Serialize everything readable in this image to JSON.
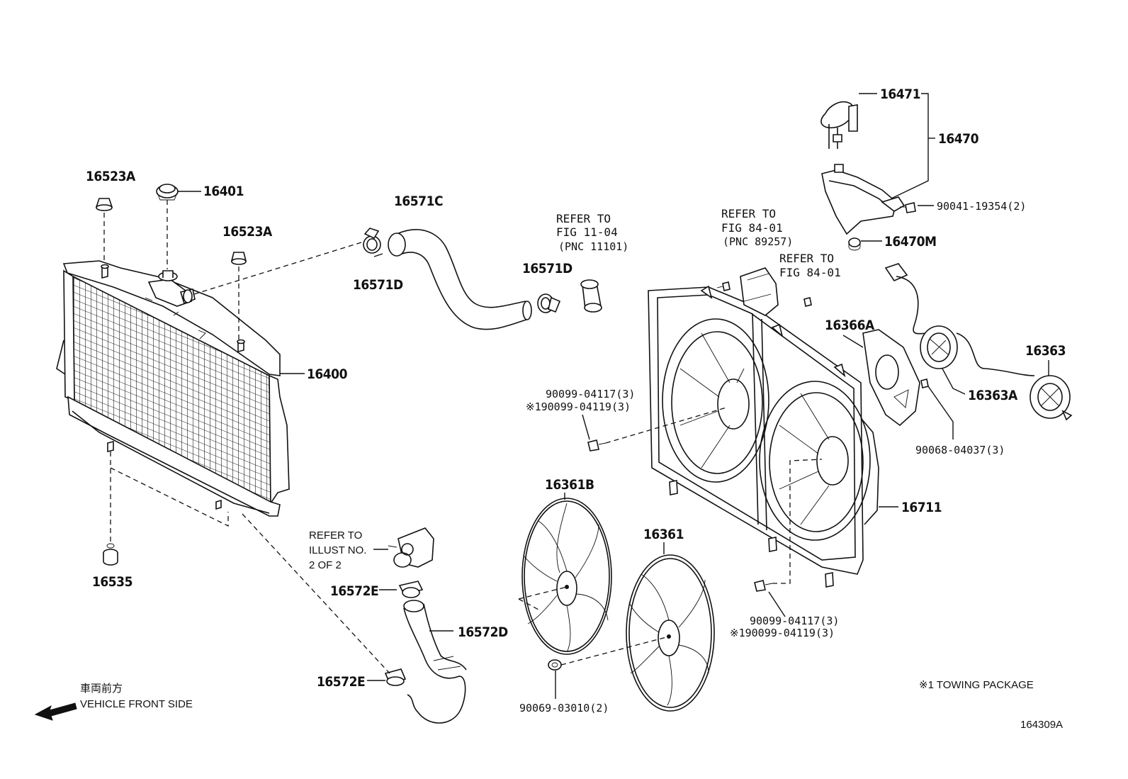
{
  "labels": {
    "p16523A_top": "16523A",
    "p16401": "16401",
    "p16523A_mid": "16523A",
    "p16571C": "16571C",
    "p16571D_left": "16571D",
    "p16571D_right": "16571D",
    "refer_fig11_line1": "REFER TO",
    "refer_fig11_line2": "FIG 11-04",
    "refer_fig11_line3": "(PNC 11101)",
    "refer_fig84a_line1": "REFER TO",
    "refer_fig84a_line2": "FIG 84-01",
    "refer_fig84a_line3": "(PNC 89257)",
    "refer_fig84b_line1": "REFER TO",
    "refer_fig84b_line2": "FIG 84-01",
    "p16471": "16471",
    "p16470": "16470",
    "p90041": "90041-19354(2)",
    "p16470M": "16470M",
    "p16366A": "16366A",
    "p16363": "16363",
    "p16363A": "16363A",
    "p90068": "90068-04037(3)",
    "p16400": "16400",
    "p90099_a1": "90099-04117(3)",
    "p90099_a2": "※190099-04119(3)",
    "p16711": "16711",
    "p16361B": "16361B",
    "p16361": "16361",
    "p90099_b1": "90099-04117(3)",
    "p90099_b2": "※190099-04119(3)",
    "p16535": "16535",
    "refer_illust_line1": "REFER TO",
    "refer_illust_line2": "ILLUST NO.",
    "refer_illust_line3": "2 OF 2",
    "p16572E_top": "16572E",
    "p16572D": "16572D",
    "p16572E_bot": "16572E",
    "p90069": "90069-03010(2)",
    "towing_note": "※1 TOWING PACKAGE",
    "vehicle_front_jp": "車両前方",
    "vehicle_front_en": "VEHICLE FRONT SIDE",
    "figure_id": "164309A"
  }
}
